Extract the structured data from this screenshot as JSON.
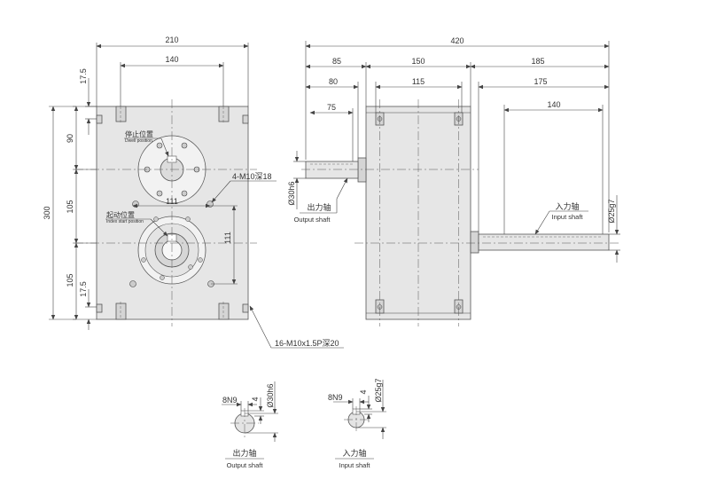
{
  "front_view": {
    "dims": {
      "overall_width": "210",
      "bolt_spacing_top": "140",
      "top_offset": "17.5",
      "upper_height": "90",
      "middle_height": "105",
      "lower_height": "105",
      "bottom_offset": "17.5",
      "overall_height": "300",
      "shaft_distance": "111",
      "vertical_shaft_distance": "111"
    },
    "labels": {
      "dwell_cn": "停止位置",
      "dwell_en": "Dwell position",
      "index_cn": "起动位置",
      "index_en": "Index start position",
      "tapped_holes": "4-M10深18",
      "mount_holes": "16-M10x1.5P深20"
    }
  },
  "side_view": {
    "dims": {
      "overall_length": "420",
      "left_overhang": "85",
      "body_width": "150",
      "right_overhang": "185",
      "output_shaft_length": "80",
      "body_inner": "115",
      "input_shaft_length": "175",
      "output_key_length": "75",
      "input_key_length": "140",
      "output_diameter": "Ø30h6",
      "input_diameter": "Ø25g7"
    },
    "labels": {
      "output_cn": "出力轴",
      "output_en": "Output shaft",
      "input_cn": "入力轴",
      "input_en": "Input shaft"
    }
  },
  "sections": {
    "output": {
      "key_width": "8N9",
      "key_depth": "4",
      "diameter": "Ø30h6",
      "label_cn": "出力轴",
      "label_en": "Output shaft"
    },
    "input": {
      "key_width": "8N9",
      "key_depth": "4",
      "diameter": "Ø25g7",
      "label_cn": "入力轴",
      "label_en": "Input shaft"
    }
  }
}
